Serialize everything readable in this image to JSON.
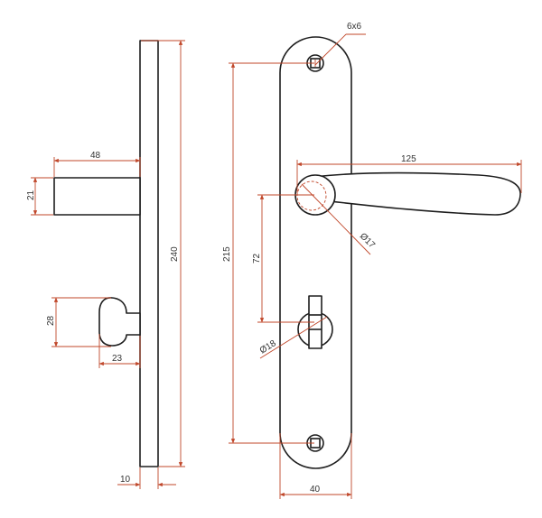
{
  "diagram": {
    "colors": {
      "outline": "#1e1e1e",
      "dimension": "#c0472a",
      "text": "#333333",
      "background": "#ffffff"
    },
    "side_view": {
      "dims": {
        "spindle_length": "48",
        "spindle_height": "21",
        "plate_height": "240",
        "knob_height": "28",
        "knob_length": "23",
        "plate_thickness": "10"
      }
    },
    "front_view": {
      "dims": {
        "screw_hole": "6x6",
        "screw_spacing": "215",
        "lever_length": "125",
        "lever_rose_diameter": "Ø17",
        "lever_to_turn_distance": "72",
        "turn_rose_diameter": "Ø18",
        "plate_width": "40"
      }
    }
  }
}
